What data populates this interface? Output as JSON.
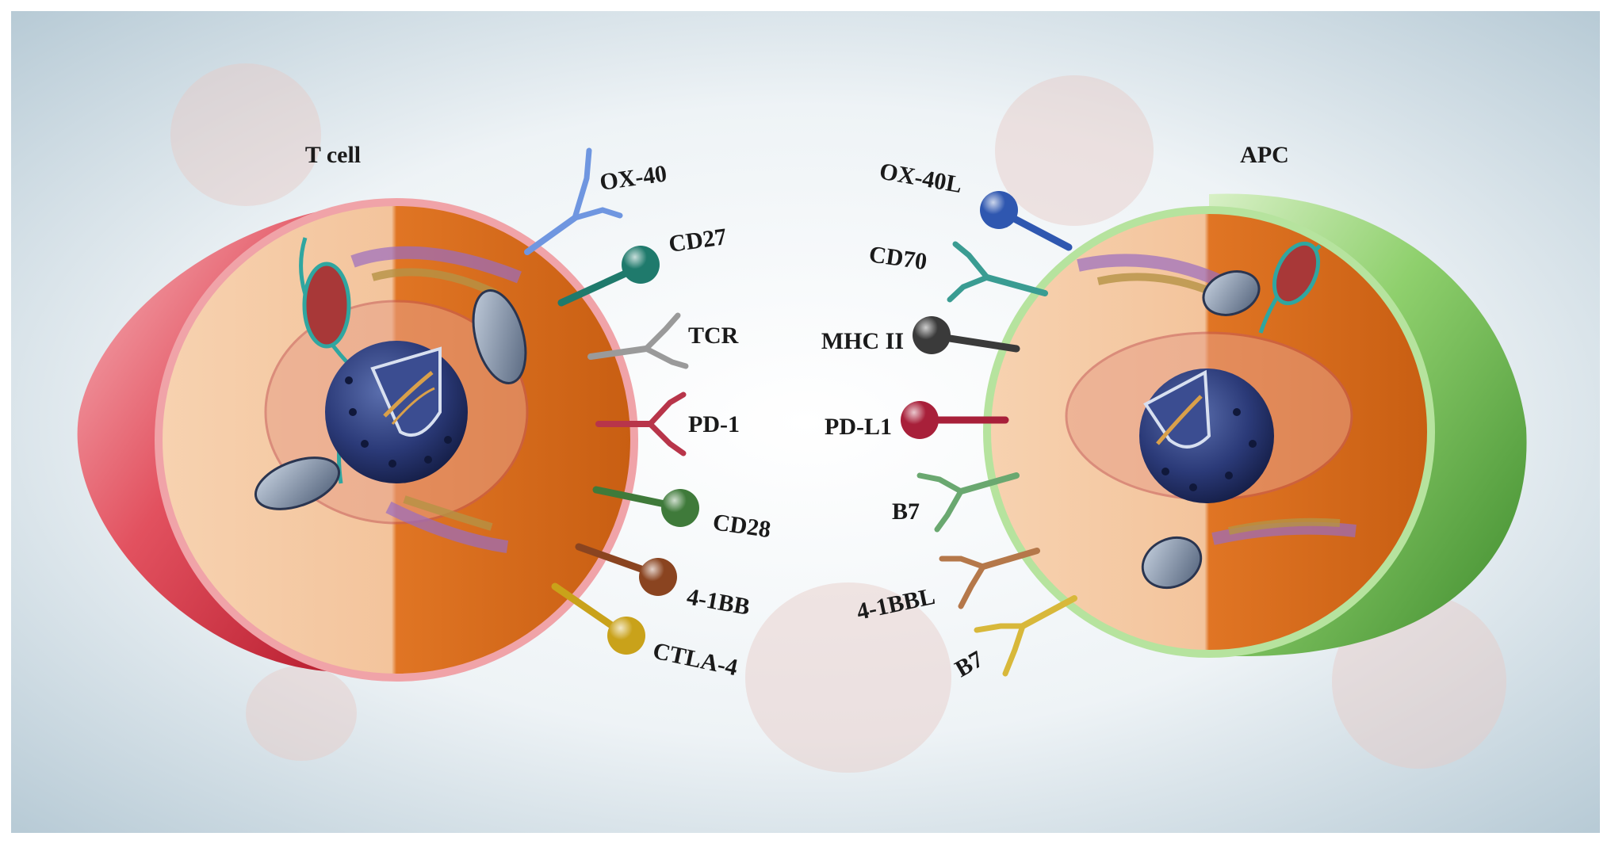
{
  "cells": {
    "t_cell": {
      "title": "T cell",
      "rim_color": "#d42a3c",
      "face_light": "#f6c8a0",
      "face_dark": "#d9661a"
    },
    "apc": {
      "title": "APC",
      "rim_color": "#4c9a34",
      "face_light": "#f6c8a0",
      "face_dark": "#d9661a"
    }
  },
  "receptors_t": [
    {
      "label": "OX-40",
      "shape": "Y",
      "color": "#6f96e0"
    },
    {
      "label": "CD27",
      "shape": "ball",
      "color": "#1f7a6c"
    },
    {
      "label": "TCR",
      "shape": "Y",
      "color": "#9a9a9a"
    },
    {
      "label": "PD-1",
      "shape": "Y",
      "color": "#b8354a"
    },
    {
      "label": "CD28",
      "shape": "ball",
      "color": "#3f7a3a"
    },
    {
      "label": "4-1BB",
      "shape": "ball",
      "color": "#8a4420"
    },
    {
      "label": "CTLA-4",
      "shape": "ball",
      "color": "#c9a21a"
    }
  ],
  "ligands_apc": [
    {
      "label": "OX-40L",
      "shape": "ball",
      "color": "#2f57b0"
    },
    {
      "label": "CD70",
      "shape": "Y",
      "color": "#3a9c92"
    },
    {
      "label": "MHC II",
      "shape": "ball",
      "color": "#3a3a3a"
    },
    {
      "label": "PD-L1",
      "shape": "ball",
      "color": "#a8203a"
    },
    {
      "label": "B7",
      "shape": "Y",
      "color": "#6aa870"
    },
    {
      "label": "4-1BBL",
      "shape": "Y",
      "color": "#b5784a"
    },
    {
      "label": "B7",
      "shape": "Y",
      "color": "#d8b83a"
    }
  ]
}
